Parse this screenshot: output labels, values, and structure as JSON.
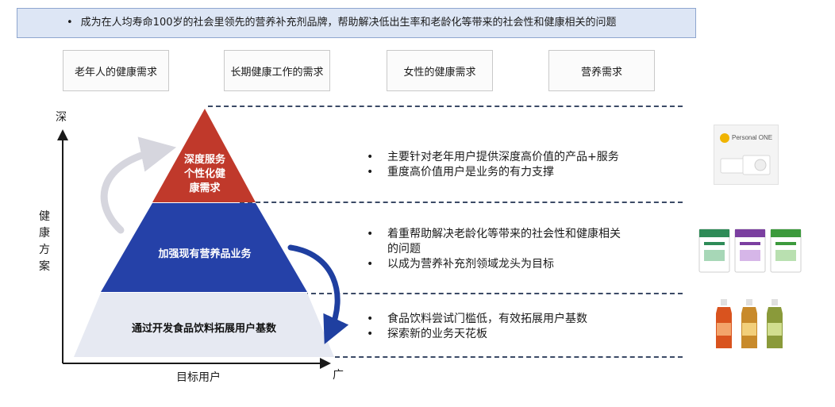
{
  "banner": {
    "bullet": "•",
    "text": "成为在人均寿命100岁的社会里领先的营养补充剂品牌，帮助解决低出生率和老龄化等带来的社会性和健康相关的问题"
  },
  "needs": [
    "老年人的健康需求",
    "长期健康工作的需求",
    "女性的健康需求",
    "营养需求"
  ],
  "axes": {
    "y_top": "深",
    "y_title": [
      "健",
      "康",
      "方",
      "案"
    ],
    "x_title": "目标用户",
    "x_end": "广"
  },
  "pyramid": {
    "top": [
      "深度服务",
      "个性化健",
      "康需求"
    ],
    "middle": "加强现有营养品业务",
    "bottom": "通过开发食品饮料拓展用户基数"
  },
  "tiers": [
    {
      "bullets": [
        {
          "lines": [
            "主要针对老年用户提供深度高价值的产品+服务"
          ]
        },
        {
          "lines": [
            "重度高价值用户是业务的有力支撑"
          ]
        }
      ]
    },
    {
      "bullets": [
        {
          "lines": [
            "着重帮助解决老龄化等带来的社会性和健康相关",
            "的问题"
          ]
        },
        {
          "lines": [
            "以成为营养补充剂领域龙头为目标"
          ]
        }
      ]
    },
    {
      "bullets": [
        {
          "lines": [
            "食品饮料尝试门槛低，有效拓展用户基数"
          ]
        },
        {
          "lines": [
            "探索新的业务天花板"
          ]
        }
      ]
    }
  ],
  "product_top": {
    "brand": "Personal ONE"
  },
  "colors": {
    "top": "#c0392b",
    "middle": "#2541a8",
    "bottom": "#e6e9f2",
    "arrow": "#1f3fa0"
  }
}
